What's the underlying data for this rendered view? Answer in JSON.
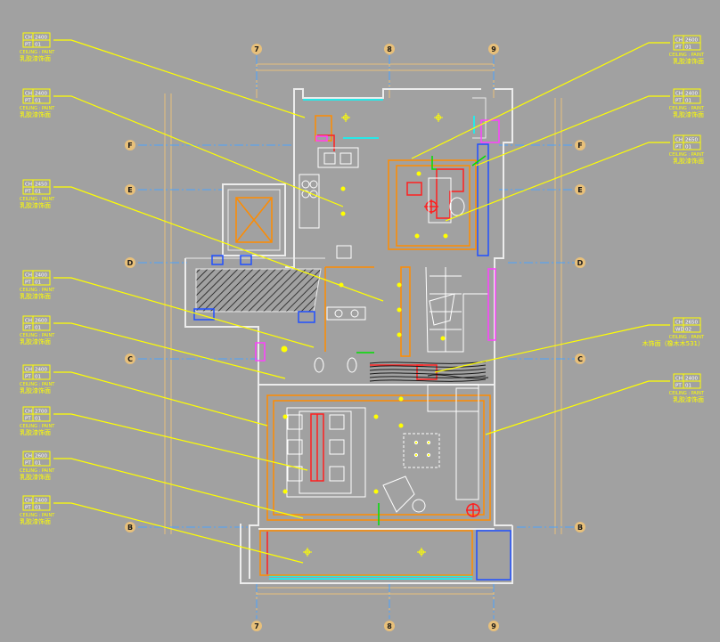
{
  "axes": {
    "vertical": [
      "7",
      "8",
      "9"
    ],
    "horizontal": [
      "F",
      "E",
      "D",
      "C",
      "B"
    ]
  },
  "tags": [
    {
      "id": "l1",
      "top_label": "CH",
      "top_value": "2400",
      "mid_label": "PT",
      "mid_value": "01",
      "line1": "CEILING : PAINT",
      "line2": "乳胶漆饰面"
    },
    {
      "id": "l2",
      "top_label": "CH",
      "top_value": "2400",
      "mid_label": "PT",
      "mid_value": "01",
      "line1": "CEILING : PAINT",
      "line2": "乳胶漆饰面"
    },
    {
      "id": "l3",
      "top_label": "CH",
      "top_value": "2450",
      "mid_label": "PT",
      "mid_value": "01",
      "line1": "CEILING : PAINT",
      "line2": "乳胶漆饰面"
    },
    {
      "id": "l4",
      "top_label": "CH",
      "top_value": "2400",
      "mid_label": "PT",
      "mid_value": "01",
      "line1": "CEILING : PAINT",
      "line2": "乳胶漆饰面"
    },
    {
      "id": "l5",
      "top_label": "CH",
      "top_value": "2600",
      "mid_label": "PT",
      "mid_value": "01",
      "line1": "CEILING : PAINT",
      "line2": "乳胶漆饰面"
    },
    {
      "id": "l6",
      "top_label": "CH",
      "top_value": "2400",
      "mid_label": "PT",
      "mid_value": "01",
      "line1": "CEILING : PAINT",
      "line2": "乳胶漆饰面"
    },
    {
      "id": "l7",
      "top_label": "CH",
      "top_value": "2700",
      "mid_label": "PT",
      "mid_value": "01",
      "line1": "CEILING : PAINT",
      "line2": "乳胶漆饰面"
    },
    {
      "id": "l8",
      "top_label": "CH",
      "top_value": "2600",
      "mid_label": "PT",
      "mid_value": "01",
      "line1": "CEILING : PAINT",
      "line2": "乳胶漆饰面"
    },
    {
      "id": "l9",
      "top_label": "CH",
      "top_value": "2400",
      "mid_label": "PT",
      "mid_value": "01",
      "line1": "CEILING : PAINT",
      "line2": "乳胶漆饰面"
    },
    {
      "id": "r1",
      "top_label": "CH",
      "top_value": "2600",
      "mid_label": "PT",
      "mid_value": "01",
      "line1": "CEILING : PAINT",
      "line2": "乳胶漆饰面"
    },
    {
      "id": "r2",
      "top_label": "CH",
      "top_value": "2400",
      "mid_label": "PT",
      "mid_value": "01",
      "line1": "CEILING : PAINT",
      "line2": "乳胶漆饰面"
    },
    {
      "id": "r3",
      "top_label": "CH",
      "top_value": "2650",
      "mid_label": "PT",
      "mid_value": "01",
      "line1": "CEILING : PAINT",
      "line2": "乳胶漆饰面"
    },
    {
      "id": "r4",
      "top_label": "CH",
      "top_value": "2650",
      "mid_label": "WD",
      "mid_value": "02",
      "line1": "CEILING : PAINT",
      "line2": "木饰面（橡木木531）"
    },
    {
      "id": "r5",
      "top_label": "CH",
      "top_value": "2400",
      "mid_label": "PT",
      "mid_value": "01",
      "line1": "CEILING : PAINT",
      "line2": "乳胶漆饰面"
    }
  ],
  "colors": {
    "background": "#a1a1a1",
    "wall": "#ececec",
    "leader": "#ffff00",
    "dimension": "#e8c07a",
    "axis": "#4aa3ff",
    "furniture": "#ffffff",
    "red": "#ff2020",
    "cyan": "#00ffff",
    "orange": "#ff8c00",
    "magenta": "#ff40ff",
    "green": "#00e000",
    "blue": "#2050ff"
  }
}
